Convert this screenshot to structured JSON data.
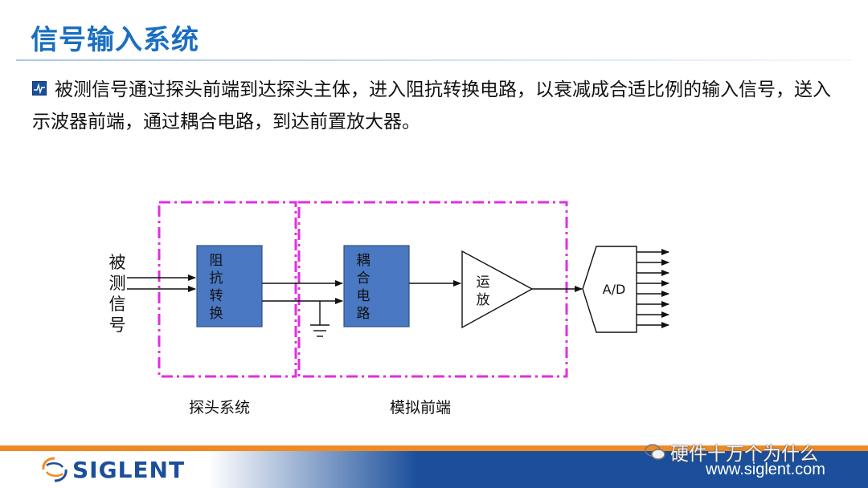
{
  "page": {
    "title": "信号输入系统",
    "bullet": "被测信号通过探头前端到达探头主体，进入阻抗转换电路，以衰减成合适比例的输入信号，送入示波器前端，通过耦合电路，到达前置放大器。"
  },
  "diagram": {
    "input_label": "被\n测\n信\n号",
    "impedance_block": "阻\n抗\n转\n换",
    "coupling_block": "耦\n合\n电\n路",
    "amp_label": "运\n放",
    "adc_label": "A/D",
    "probe_region_label": "探头系统",
    "frontend_region_label": "模拟前端",
    "colors": {
      "block_fill": "#4a78c2",
      "block_stroke": "#2e4f86",
      "region_dash": "#e02fe0",
      "line": "#111111"
    }
  },
  "footer": {
    "logo": "SIGLENT",
    "website": "www.siglent.com",
    "watermark": "硬件十万个为什么",
    "colors": {
      "band": "#1b4f9b",
      "accent": "#f08a24"
    }
  }
}
